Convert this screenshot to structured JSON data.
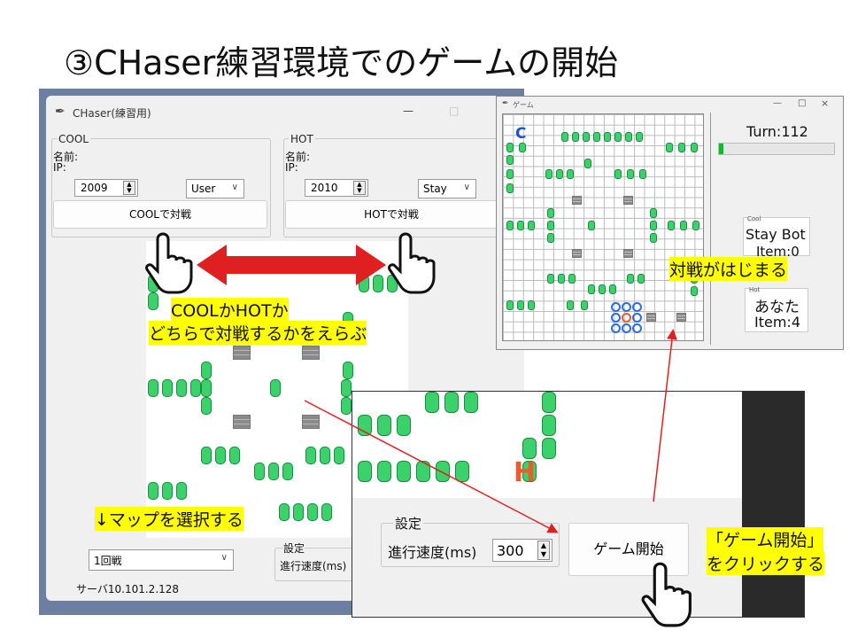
{
  "slide": {
    "title": "③CHaser練習環境でのゲームの開始"
  },
  "main_window": {
    "title": "CHaser(練習用)",
    "controls": {
      "minimize": "—",
      "maximize": "□",
      "close": "×"
    },
    "cool": {
      "group_label": "COOL",
      "name_label": "名前:",
      "ip_label": "IP:",
      "port": "2009",
      "type": "User",
      "button": "COOLで対戦"
    },
    "hot": {
      "group_label": "HOT",
      "name_label": "名前:",
      "ip_label": "IP:",
      "port": "2010",
      "type": "Stay",
      "button": "HOTで対戦"
    },
    "match_select": "1回戦",
    "settings_label": "設定",
    "speed_label": "進行速度(ms)",
    "server_label": "サーバ10.101.2.128"
  },
  "game_window": {
    "title": "ゲーム",
    "turn": "Turn:112",
    "progress": 0.04,
    "cool_box": {
      "tag": "Cool",
      "name": "Stay Bot",
      "item": "Item:0"
    },
    "hot_box": {
      "tag": "Hot",
      "name": "あなた",
      "item": "Item:4"
    },
    "cool_marker": "C"
  },
  "zoom_inset": {
    "hot_marker": "H",
    "settings_label": "設定",
    "speed_label": "進行速度(ms)",
    "speed_value": "300",
    "start_button": "ゲーム開始"
  },
  "annotations": {
    "select_side": [
      "COOLかHOTか",
      "どちらで対戦するかをえらぶ"
    ],
    "select_map": "↓マップを選択する",
    "battle_start": "対戦がはじまる",
    "click_start": [
      "「ゲーム開始」",
      "をクリックする"
    ]
  },
  "colors": {
    "highlight": "#ffff00",
    "arrow": "#e02020",
    "gem": "#3bd16b",
    "cool_blue": "#1f4fd6",
    "hot_orange": "#f05a28"
  },
  "icons": [
    "feather-icon",
    "hand-pointer-icon",
    "double-arrow-icon",
    "spin-up-down-icon",
    "chevron-down-icon"
  ]
}
